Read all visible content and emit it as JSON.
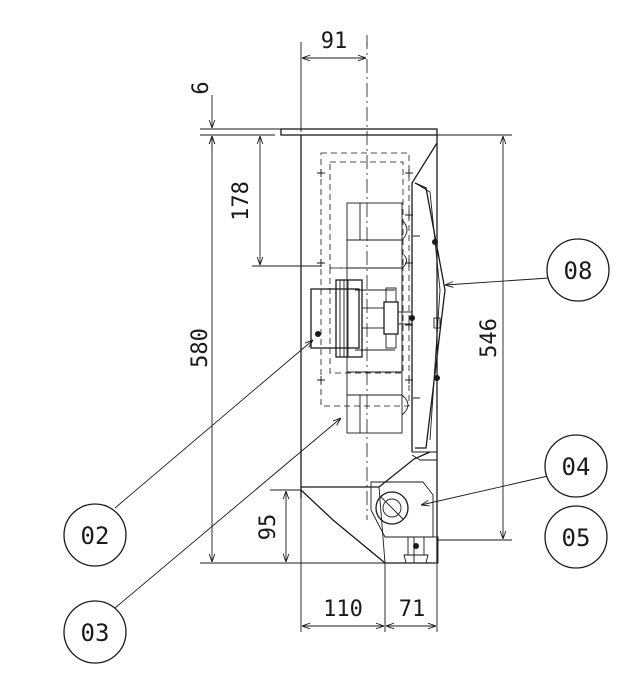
{
  "dimensions": {
    "top_width": "91",
    "top_offset": "6",
    "upper_height": "178",
    "total_height": "580",
    "right_height": "546",
    "bottom_height": "95",
    "bottom_left_width": "110",
    "bottom_right_width": "71"
  },
  "callouts": {
    "c02": "02",
    "c03": "03",
    "c04": "04",
    "c05": "05",
    "c08": "08"
  }
}
